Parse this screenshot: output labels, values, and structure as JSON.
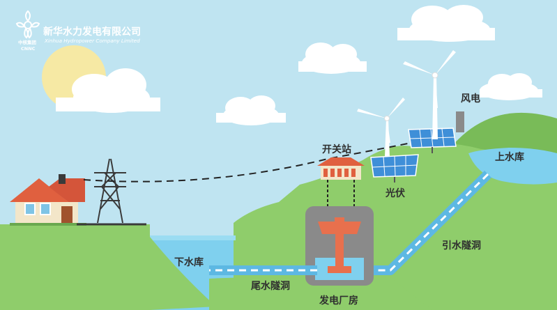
{
  "logo": {
    "company_cn": "新华水力发电有限公司",
    "company_en": "Xinhua Hydropower Company Limited",
    "group_cn": "中核集团",
    "group_en": "CNNC"
  },
  "labels": {
    "wind": "风电",
    "upper_reservoir": "上水库",
    "switch_station": "开关站",
    "solar": "光伏",
    "diversion_tunnel": "引水隧洞",
    "lower_reservoir": "下水库",
    "tailrace_tunnel": "尾水隧洞",
    "powerhouse": "发电厂房"
  },
  "colors": {
    "sky": "#bfe4f1",
    "grass": "#8fcd6b",
    "grass_dark": "#79bb58",
    "water": "#7fd0ee",
    "water_deep": "#62bfe6",
    "sun": "#f6e9a4",
    "cloud": "#ffffff",
    "roof": "#e0603f",
    "house_wall": "#f3e6c9",
    "tower": "#3a3a3a",
    "powerhouse_box": "#8a8a8a",
    "turbine": "#e8704d",
    "solar_panel": "#3f8fd8"
  }
}
